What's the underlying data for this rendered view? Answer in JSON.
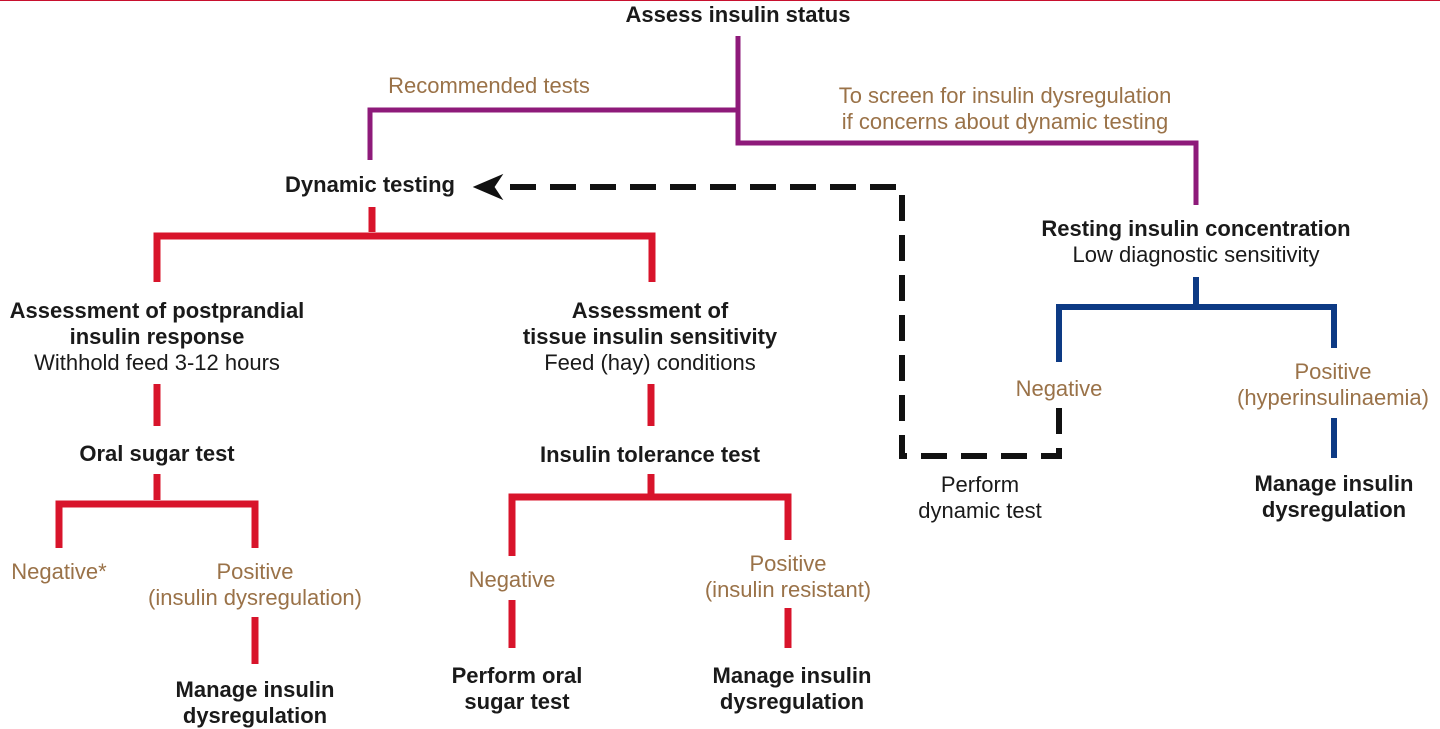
{
  "colors": {
    "purple": "#8e1a7a",
    "red": "#d8142b",
    "blue": "#0d3a84",
    "black": "#111111",
    "tan_text": "#9a7248",
    "top_rule": "#c8102e"
  },
  "nodes": {
    "assess": "Assess insulin status",
    "recommended": "Recommended tests",
    "screen_line1": "To screen for insulin dysregulation",
    "screen_line2": "if concerns about dynamic testing",
    "dynamic": "Dynamic testing",
    "resting_title": "Resting insulin concentration",
    "resting_sub": "Low diagnostic sensitivity",
    "postprandial_line1": "Assessment of postprandial",
    "postprandial_line2": "insulin response",
    "postprandial_sub": "Withhold feed 3-12 hours",
    "tissue_line1": "Assessment of",
    "tissue_line2": "tissue insulin sensitivity",
    "tissue_sub": "Feed (hay) conditions",
    "oral_sugar": "Oral sugar test",
    "insulin_tolerance": "Insulin tolerance test",
    "ost_negative": "Negative*",
    "ost_positive_line1": "Positive",
    "ost_positive_line2": "(insulin dysregulation)",
    "itt_negative": "Negative",
    "itt_positive_line1": "Positive",
    "itt_positive_line2": "(insulin resistant)",
    "ost_manage_line1": "Manage insulin",
    "ost_manage_line2": "dysregulation",
    "itt_perform_line1": "Perform oral",
    "itt_perform_line2": "sugar test",
    "itt_manage_line1": "Manage insulin",
    "itt_manage_line2": "dysregulation",
    "rest_negative": "Negative",
    "rest_positive_line1": "Positive",
    "rest_positive_line2": "(hyperinsulinaemia)",
    "rest_manage_line1": "Manage insulin",
    "rest_manage_line2": "dysregulation",
    "perform_dynamic_line1": "Perform",
    "perform_dynamic_line2": "dynamic test"
  }
}
